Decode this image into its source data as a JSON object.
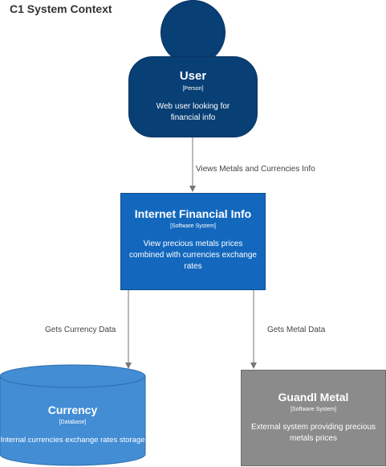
{
  "diagram": {
    "title": "C1 System Context",
    "nodes": {
      "user": {
        "name": "User",
        "tag": "[Person]",
        "description": "Web user looking for financial info"
      },
      "system": {
        "name": "Internet Financial Info",
        "tag": "[Software System]",
        "description": "View precious metals prices combined with currencies exchange rates"
      },
      "currency": {
        "name": "Currency",
        "tag": "[Database]",
        "description": "Internal currencies exchange rates storage"
      },
      "metal": {
        "name": "Guandl Metal",
        "tag": "[Software System]",
        "description": "External system providing precious metals prices"
      }
    },
    "edges": {
      "user_to_system": "Views Metals and Currencies Info",
      "system_to_currency": "Gets Currency Data",
      "system_to_metal": "Gets Metal Data"
    },
    "colors": {
      "person": "#083f75",
      "system": "#1368be",
      "database": "#438dd5",
      "external": "#8b8b8b",
      "arrow": "#777777"
    }
  }
}
